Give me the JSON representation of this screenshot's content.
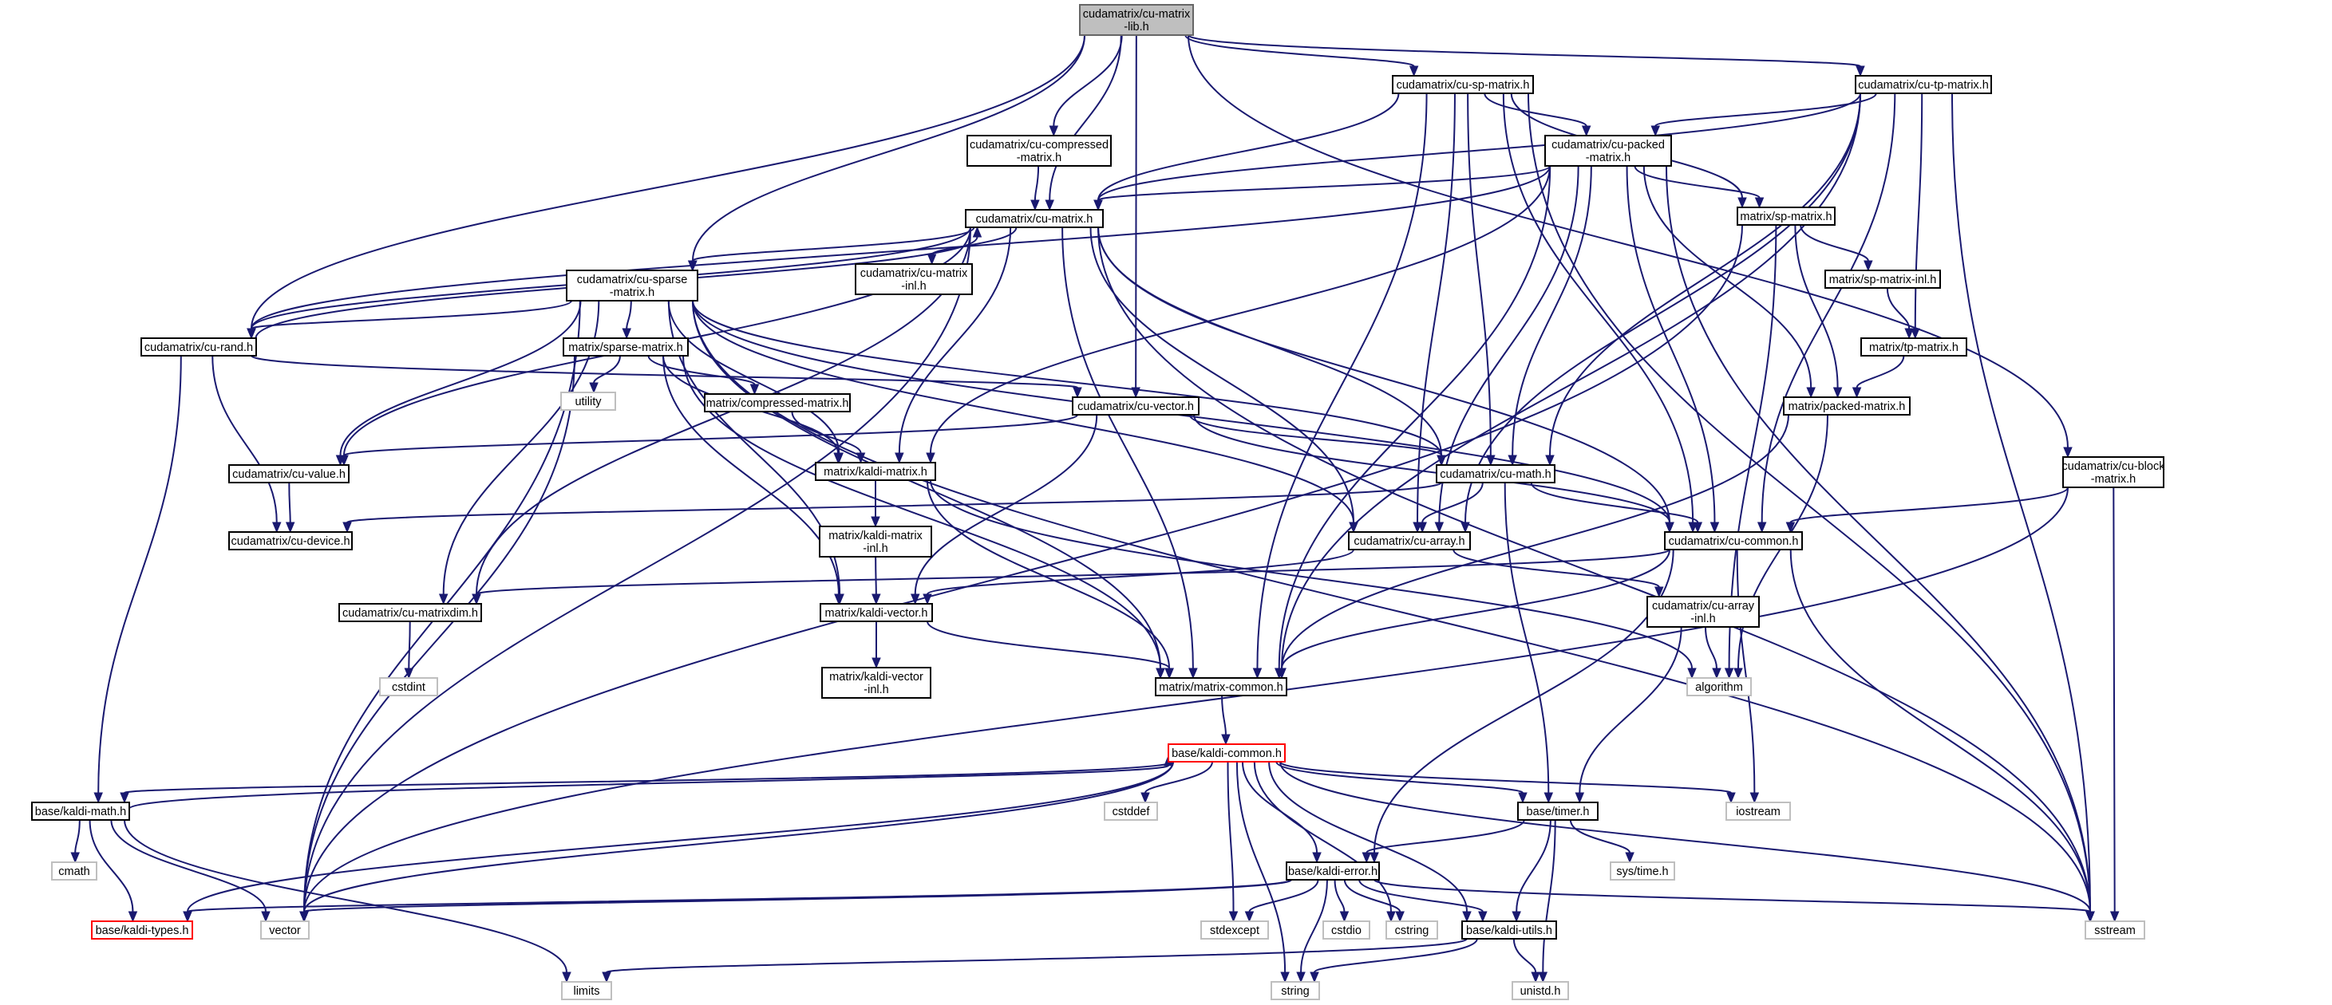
{
  "nodes": [
    {
      "id": "cu_matrix_lib",
      "lines": [
        "cudamatrix/cu-matrix",
        "-lib.h"
      ],
      "style": "root"
    },
    {
      "id": "cu_sp_matrix",
      "lines": [
        "cudamatrix/cu-sp-matrix.h"
      ],
      "style": "normal"
    },
    {
      "id": "cu_tp_matrix",
      "lines": [
        "cudamatrix/cu-tp-matrix.h"
      ],
      "style": "normal"
    },
    {
      "id": "cu_compressed",
      "lines": [
        "cudamatrix/cu-compressed",
        "-matrix.h"
      ],
      "style": "normal"
    },
    {
      "id": "cu_packed",
      "lines": [
        "cudamatrix/cu-packed",
        "-matrix.h"
      ],
      "style": "normal"
    },
    {
      "id": "cu_matrix",
      "lines": [
        "cudamatrix/cu-matrix.h"
      ],
      "style": "normal"
    },
    {
      "id": "sp_matrix",
      "lines": [
        "matrix/sp-matrix.h"
      ],
      "style": "normal"
    },
    {
      "id": "cu_sparse",
      "lines": [
        "cudamatrix/cu-sparse",
        "-matrix.h"
      ],
      "style": "normal"
    },
    {
      "id": "cu_matrix_inl",
      "lines": [
        "cudamatrix/cu-matrix",
        "-inl.h"
      ],
      "style": "normal"
    },
    {
      "id": "sp_matrix_inl",
      "lines": [
        "matrix/sp-matrix-inl.h"
      ],
      "style": "normal"
    },
    {
      "id": "cu_rand",
      "lines": [
        "cudamatrix/cu-rand.h"
      ],
      "style": "normal"
    },
    {
      "id": "sparse_matrix",
      "lines": [
        "matrix/sparse-matrix.h"
      ],
      "style": "normal"
    },
    {
      "id": "tp_matrix",
      "lines": [
        "matrix/tp-matrix.h"
      ],
      "style": "normal"
    },
    {
      "id": "utility",
      "lines": [
        "utility"
      ],
      "style": "sys"
    },
    {
      "id": "compressed_matrix",
      "lines": [
        "matrix/compressed-matrix.h"
      ],
      "style": "normal"
    },
    {
      "id": "cu_vector",
      "lines": [
        "cudamatrix/cu-vector.h"
      ],
      "style": "normal"
    },
    {
      "id": "packed_matrix",
      "lines": [
        "matrix/packed-matrix.h"
      ],
      "style": "normal"
    },
    {
      "id": "cu_value",
      "lines": [
        "cudamatrix/cu-value.h"
      ],
      "style": "normal"
    },
    {
      "id": "kaldi_matrix",
      "lines": [
        "matrix/kaldi-matrix.h"
      ],
      "style": "normal"
    },
    {
      "id": "cu_math",
      "lines": [
        "cudamatrix/cu-math.h"
      ],
      "style": "normal"
    },
    {
      "id": "cu_block",
      "lines": [
        "cudamatrix/cu-block",
        "-matrix.h"
      ],
      "style": "normal"
    },
    {
      "id": "cu_device",
      "lines": [
        "cudamatrix/cu-device.h"
      ],
      "style": "normal"
    },
    {
      "id": "kaldi_matrix_inl",
      "lines": [
        "matrix/kaldi-matrix",
        "-inl.h"
      ],
      "style": "normal"
    },
    {
      "id": "cu_array",
      "lines": [
        "cudamatrix/cu-array.h"
      ],
      "style": "normal"
    },
    {
      "id": "cu_common",
      "lines": [
        "cudamatrix/cu-common.h"
      ],
      "style": "normal"
    },
    {
      "id": "cu_array_inl",
      "lines": [
        "cudamatrix/cu-array",
        "-inl.h"
      ],
      "style": "normal"
    },
    {
      "id": "cu_matrixdim",
      "lines": [
        "cudamatrix/cu-matrixdim.h"
      ],
      "style": "normal"
    },
    {
      "id": "kaldi_vector",
      "lines": [
        "matrix/kaldi-vector.h"
      ],
      "style": "normal"
    },
    {
      "id": "cstdint",
      "lines": [
        "cstdint"
      ],
      "style": "sys"
    },
    {
      "id": "kaldi_vector_inl",
      "lines": [
        "matrix/kaldi-vector",
        "-inl.h"
      ],
      "style": "normal"
    },
    {
      "id": "matrix_common",
      "lines": [
        "matrix/matrix-common.h"
      ],
      "style": "normal"
    },
    {
      "id": "algorithm",
      "lines": [
        "algorithm"
      ],
      "style": "sys"
    },
    {
      "id": "kaldi_common",
      "lines": [
        "base/kaldi-common.h"
      ],
      "style": "red"
    },
    {
      "id": "kaldi_math",
      "lines": [
        "base/kaldi-math.h"
      ],
      "style": "normal"
    },
    {
      "id": "cstddef",
      "lines": [
        "cstddef"
      ],
      "style": "sys"
    },
    {
      "id": "timer",
      "lines": [
        "base/timer.h"
      ],
      "style": "normal"
    },
    {
      "id": "iostream",
      "lines": [
        "iostream"
      ],
      "style": "sys"
    },
    {
      "id": "cmath",
      "lines": [
        "cmath"
      ],
      "style": "sys"
    },
    {
      "id": "sys_time",
      "lines": [
        "sys/time.h"
      ],
      "style": "sys"
    },
    {
      "id": "kaldi_error",
      "lines": [
        "base/kaldi-error.h"
      ],
      "style": "normal"
    },
    {
      "id": "kaldi_types",
      "lines": [
        "base/kaldi-types.h"
      ],
      "style": "red"
    },
    {
      "id": "vector",
      "lines": [
        "vector"
      ],
      "style": "sys"
    },
    {
      "id": "stdexcept",
      "lines": [
        "stdexcept"
      ],
      "style": "sys"
    },
    {
      "id": "cstdio",
      "lines": [
        "cstdio"
      ],
      "style": "sys"
    },
    {
      "id": "cstring",
      "lines": [
        "cstring"
      ],
      "style": "sys"
    },
    {
      "id": "kaldi_utils",
      "lines": [
        "base/kaldi-utils.h"
      ],
      "style": "normal"
    },
    {
      "id": "sstream",
      "lines": [
        "sstream"
      ],
      "style": "sys"
    },
    {
      "id": "limits",
      "lines": [
        "limits"
      ],
      "style": "sys"
    },
    {
      "id": "string",
      "lines": [
        "string"
      ],
      "style": "sys"
    },
    {
      "id": "unistd",
      "lines": [
        "unistd.h"
      ],
      "style": "sys"
    }
  ],
  "edges": [
    [
      "cu_matrix_lib",
      "cu_sp_matrix"
    ],
    [
      "cu_matrix_lib",
      "cu_tp_matrix"
    ],
    [
      "cu_matrix_lib",
      "cu_compressed"
    ],
    [
      "cu_matrix_lib",
      "cu_matrix"
    ],
    [
      "cu_matrix_lib",
      "cu_sparse"
    ],
    [
      "cu_matrix_lib",
      "cu_rand"
    ],
    [
      "cu_matrix_lib",
      "cu_vector"
    ],
    [
      "cu_matrix_lib",
      "cu_block"
    ],
    [
      "cu_sp_matrix",
      "cu_packed"
    ],
    [
      "cu_sp_matrix",
      "cu_matrix"
    ],
    [
      "cu_sp_matrix",
      "sp_matrix"
    ],
    [
      "cu_sp_matrix",
      "cu_math"
    ],
    [
      "cu_sp_matrix",
      "cu_array"
    ],
    [
      "cu_sp_matrix",
      "matrix_common"
    ],
    [
      "cu_sp_matrix",
      "cu_common"
    ],
    [
      "cu_sp_matrix",
      "sstream"
    ],
    [
      "cu_tp_matrix",
      "cu_packed"
    ],
    [
      "cu_tp_matrix",
      "cu_matrix"
    ],
    [
      "cu_tp_matrix",
      "tp_matrix"
    ],
    [
      "cu_tp_matrix",
      "cu_math"
    ],
    [
      "cu_tp_matrix",
      "cu_array"
    ],
    [
      "cu_tp_matrix",
      "matrix_common"
    ],
    [
      "cu_tp_matrix",
      "cu_common"
    ],
    [
      "cu_tp_matrix",
      "sstream"
    ],
    [
      "cu_compressed",
      "cu_matrix"
    ],
    [
      "cu_packed",
      "cu_matrix"
    ],
    [
      "cu_packed",
      "sp_matrix"
    ],
    [
      "cu_packed",
      "packed_matrix"
    ],
    [
      "cu_packed",
      "kaldi_matrix"
    ],
    [
      "cu_packed",
      "cu_math"
    ],
    [
      "cu_packed",
      "cu_array"
    ],
    [
      "cu_packed",
      "matrix_common"
    ],
    [
      "cu_packed",
      "cu_common"
    ],
    [
      "cu_packed",
      "sstream"
    ],
    [
      "cu_packed",
      "cu_rand"
    ],
    [
      "cu_matrix",
      "cu_sparse"
    ],
    [
      "cu_matrix",
      "cu_matrix_inl"
    ],
    [
      "cu_matrix",
      "cu_rand"
    ],
    [
      "cu_matrix",
      "cu_value"
    ],
    [
      "cu_matrix",
      "kaldi_matrix"
    ],
    [
      "cu_matrix",
      "cu_math"
    ],
    [
      "cu_matrix",
      "cu_array"
    ],
    [
      "cu_matrix",
      "cu_common"
    ],
    [
      "cu_matrix",
      "matrix_common"
    ],
    [
      "cu_matrix",
      "cu_matrixdim"
    ],
    [
      "cu_matrix",
      "vector"
    ],
    [
      "cu_matrix",
      "sstream"
    ],
    [
      "sp_matrix",
      "sp_matrix_inl"
    ],
    [
      "sp_matrix",
      "packed_matrix"
    ],
    [
      "sp_matrix",
      "algorithm"
    ],
    [
      "sp_matrix",
      "vector"
    ],
    [
      "sp_matrix_inl",
      "tp_matrix"
    ],
    [
      "tp_matrix",
      "packed_matrix"
    ],
    [
      "cu_sparse",
      "cu_rand"
    ],
    [
      "cu_sparse",
      "sparse_matrix"
    ],
    [
      "cu_sparse",
      "cu_value"
    ],
    [
      "cu_sparse",
      "kaldi_matrix"
    ],
    [
      "cu_sparse",
      "cu_math"
    ],
    [
      "cu_sparse",
      "cu_array"
    ],
    [
      "cu_sparse",
      "cu_common"
    ],
    [
      "cu_sparse",
      "matrix_common"
    ],
    [
      "cu_sparse",
      "cu_matrixdim"
    ],
    [
      "cu_sparse",
      "kaldi_vector"
    ],
    [
      "cu_sparse",
      "vector"
    ],
    [
      "cu_sparse",
      "sstream"
    ],
    [
      "cu_rand",
      "cu_matrix"
    ],
    [
      "cu_rand",
      "cu_vector"
    ],
    [
      "cu_rand",
      "cu_device"
    ],
    [
      "cu_rand",
      "kaldi_math"
    ],
    [
      "sparse_matrix",
      "utility"
    ],
    [
      "sparse_matrix",
      "compressed_matrix"
    ],
    [
      "sparse_matrix",
      "kaldi_matrix"
    ],
    [
      "sparse_matrix",
      "kaldi_vector"
    ],
    [
      "sparse_matrix",
      "matrix_common"
    ],
    [
      "sparse_matrix",
      "vector"
    ],
    [
      "compressed_matrix",
      "kaldi_matrix"
    ],
    [
      "cu_vector",
      "cu_value"
    ],
    [
      "cu_vector",
      "cu_math"
    ],
    [
      "cu_vector",
      "cu_common"
    ],
    [
      "cu_vector",
      "kaldi_vector"
    ],
    [
      "packed_matrix",
      "matrix_common"
    ],
    [
      "packed_matrix",
      "algorithm"
    ],
    [
      "cu_value",
      "cu_device"
    ],
    [
      "kaldi_matrix",
      "kaldi_matrix_inl"
    ],
    [
      "kaldi_matrix",
      "matrix_common"
    ],
    [
      "kaldi_matrix",
      "algorithm"
    ],
    [
      "cu_math",
      "cu_device"
    ],
    [
      "cu_math",
      "cu_array"
    ],
    [
      "cu_math",
      "cu_common"
    ],
    [
      "cu_math",
      "timer"
    ],
    [
      "cu_block",
      "cu_common"
    ],
    [
      "cu_block",
      "sstream"
    ],
    [
      "cu_block",
      "vector"
    ],
    [
      "kaldi_matrix_inl",
      "kaldi_vector"
    ],
    [
      "cu_array",
      "cu_array_inl"
    ],
    [
      "cu_array",
      "kaldi_vector"
    ],
    [
      "cu_common",
      "cu_matrixdim"
    ],
    [
      "cu_common",
      "matrix_common"
    ],
    [
      "cu_common",
      "iostream"
    ],
    [
      "cu_common",
      "kaldi_error"
    ],
    [
      "cu_common",
      "sstream"
    ],
    [
      "cu_array_inl",
      "algorithm"
    ],
    [
      "cu_array_inl",
      "timer"
    ],
    [
      "cu_matrixdim",
      "cstdint"
    ],
    [
      "kaldi_vector",
      "kaldi_vector_inl"
    ],
    [
      "kaldi_vector",
      "matrix_common"
    ],
    [
      "matrix_common",
      "kaldi_common"
    ],
    [
      "kaldi_common",
      "kaldi_math"
    ],
    [
      "kaldi_common",
      "cstddef"
    ],
    [
      "kaldi_common",
      "timer"
    ],
    [
      "kaldi_common",
      "iostream"
    ],
    [
      "kaldi_common",
      "kaldi_error"
    ],
    [
      "kaldi_common",
      "kaldi_types"
    ],
    [
      "kaldi_common",
      "vector"
    ],
    [
      "kaldi_common",
      "stdexcept"
    ],
    [
      "kaldi_common",
      "string"
    ],
    [
      "kaldi_common",
      "cstring"
    ],
    [
      "kaldi_common",
      "kaldi_utils"
    ],
    [
      "kaldi_common",
      "sstream"
    ],
    [
      "kaldi_math",
      "cmath"
    ],
    [
      "kaldi_math",
      "kaldi_types"
    ],
    [
      "kaldi_math",
      "vector"
    ],
    [
      "kaldi_math",
      "limits"
    ],
    [
      "kaldi_math",
      "kaldi_common"
    ],
    [
      "timer",
      "sys_time"
    ],
    [
      "timer",
      "kaldi_error"
    ],
    [
      "timer",
      "kaldi_utils"
    ],
    [
      "timer",
      "unistd"
    ],
    [
      "kaldi_error",
      "kaldi_types"
    ],
    [
      "kaldi_error",
      "vector"
    ],
    [
      "kaldi_error",
      "stdexcept"
    ],
    [
      "kaldi_error",
      "cstdio"
    ],
    [
      "kaldi_error",
      "cstring"
    ],
    [
      "kaldi_error",
      "string"
    ],
    [
      "kaldi_error",
      "kaldi_utils"
    ],
    [
      "kaldi_error",
      "sstream"
    ],
    [
      "kaldi_utils",
      "limits"
    ],
    [
      "kaldi_utils",
      "string"
    ],
    [
      "kaldi_utils",
      "unistd"
    ]
  ]
}
